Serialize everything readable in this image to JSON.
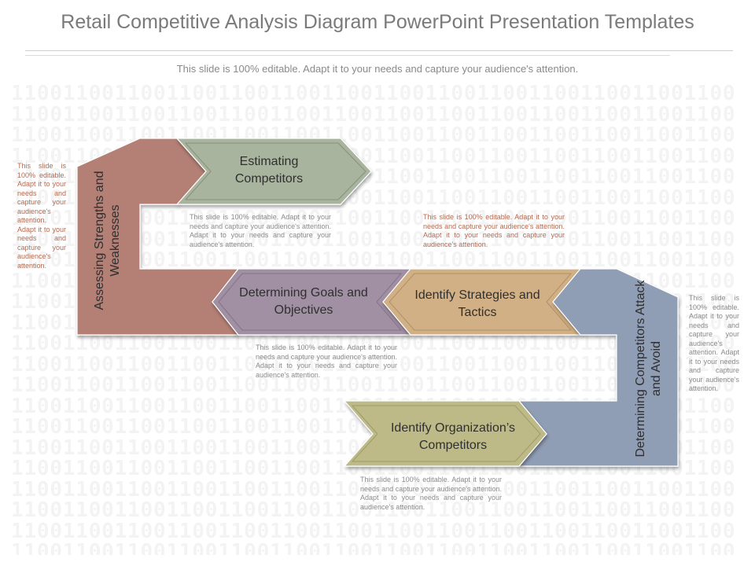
{
  "page": {
    "title": "Retail Competitive Analysis Diagram PowerPoint Presentation Templates",
    "subtitle": "This slide is 100% editable. Adapt it to your needs and capture your audience's attention."
  },
  "background_pattern": "11001100110011001100110011001100110011001100110011001100",
  "colors": {
    "brown": "#b47f74",
    "green": "#a9b49f",
    "purple": "#a18fa3",
    "tan": "#d2b086",
    "blue": "#8f9db5",
    "olive": "#bdba88"
  },
  "steps": {
    "assessing": "Assessing Strengths and Weaknesses",
    "estimating": "Estimating Competitors",
    "goals": "Determining Goals and Objectives",
    "strategies": "Identify Strategies and Tactics",
    "attack": "Determining Competitors Attack and Avoid",
    "organization": "Identify Organization’s Competitors"
  },
  "notes": {
    "left": "This slide is 100% editable. Adapt it to your needs and capture your audience's attention. Adapt it to your needs and capture your audience's attention.",
    "estimating": "This slide is 100% editable. Adapt it to your needs and capture your audience's attention. Adapt it to your needs and capture your audience's attention.",
    "strategies": "This slide is 100% editable. Adapt it to your needs and capture your audience's attention. Adapt it to your needs and capture your audience's attention.",
    "goals": "This slide is 100% editable. Adapt it to your needs and capture your audience's attention. Adapt it to your needs and capture your audience's attention.",
    "right": "This slide is 100% editable. Adapt it to your needs and capture your audience's attention. Adapt it to your needs and capture your audience's attention.",
    "organization": "This slide is 100% editable. Adapt it to your needs and capture your audience's attention. Adapt it to your needs and capture your audience's attention."
  }
}
